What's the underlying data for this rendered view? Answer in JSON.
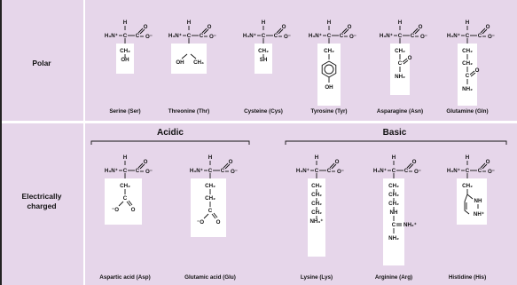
{
  "rows": {
    "polar": {
      "label": "Polar"
    },
    "charged": {
      "label_line1": "Electrically",
      "label_line2": "charged"
    }
  },
  "groups": {
    "acidic": "Acidic",
    "basic": "Basic"
  },
  "amino_acids": {
    "ser": "Serine (Ser)",
    "thr": "Threonine (Thr)",
    "cys": "Cysteine (Cys)",
    "tyr": "Tyrosine (Tyr)",
    "asn": "Asparagine (Asn)",
    "gln": "Glutamine (Gln)",
    "asp": "Aspartic acid (Asp)",
    "glu": "Glutamic acid (Glu)",
    "lys": "Lysine (Lys)",
    "arg": "Arginine (Arg)",
    "his": "Histidine (His)"
  },
  "atoms": {
    "H": "H",
    "N": "H₃N⁺",
    "N_alt": "H₃N⁺",
    "C": "C",
    "O": "O",
    "Ominus": "O⁻",
    "CH2": "CH₂",
    "CH3": "CH₃",
    "OH": "OH",
    "SH": "SH",
    "NH2": "NH₂",
    "NH3plus": "NH₃⁺",
    "NH": "NH",
    "NH2plus": "NH₂⁺",
    "NHplus": "NH⁺",
    "Ominus_left": "⁻O"
  },
  "colors": {
    "background": "#e6d6ea",
    "sidechain_box": "#ffffff",
    "divider": "#ffffff",
    "text": "#111111"
  }
}
